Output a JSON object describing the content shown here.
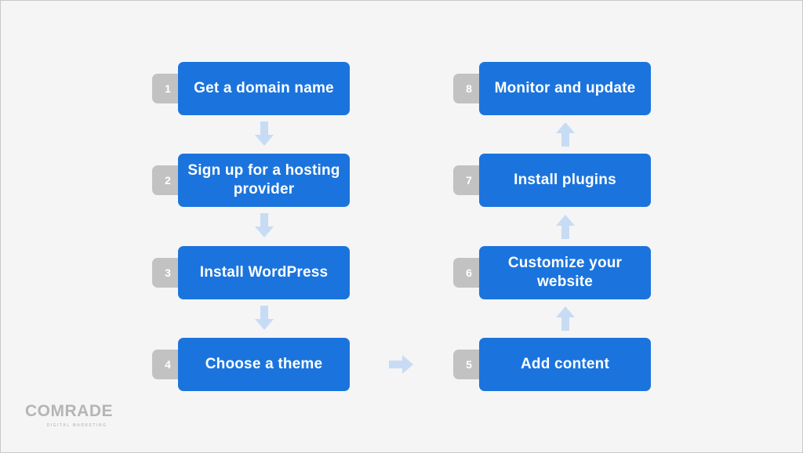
{
  "steps": [
    {
      "number": "1",
      "label": "Get a domain name"
    },
    {
      "number": "2",
      "label": "Sign up for a hosting provider"
    },
    {
      "number": "3",
      "label": "Install WordPress"
    },
    {
      "number": "4",
      "label": "Choose a theme"
    },
    {
      "number": "5",
      "label": "Add content"
    },
    {
      "number": "6",
      "label": "Customize your website"
    },
    {
      "number": "7",
      "label": "Install plugins"
    },
    {
      "number": "8",
      "label": "Monitor and update"
    }
  ],
  "logo": {
    "name": "COMRADE",
    "tagline": "DIGITAL MARKETING"
  },
  "colors": {
    "box": "#1b74dd",
    "badge": "#c2c2c2",
    "arrow": "#c7dcf4",
    "background": "#f5f5f5"
  },
  "icons": {
    "down": "arrow-down-icon",
    "up": "arrow-up-icon",
    "right": "arrow-right-icon"
  }
}
